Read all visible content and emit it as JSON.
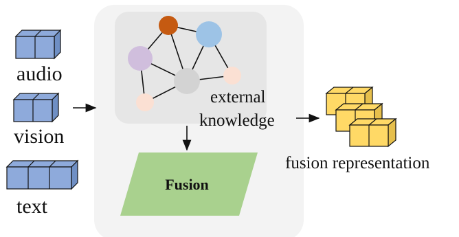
{
  "inputs": [
    {
      "label": "audio"
    },
    {
      "label": "vision"
    },
    {
      "label": "text"
    }
  ],
  "graph": {
    "label_line1": "external",
    "label_line2": "knowledge",
    "node_colors": [
      "#c55a11",
      "#9dc3e6",
      "#d0bedd",
      "#d3d3d3",
      "#fbe0d3",
      "#fbe0d3"
    ]
  },
  "fusion": {
    "label": "Fusion",
    "color": "#a9d18e"
  },
  "output": {
    "label": "fusion representation",
    "color": "#ffd966"
  },
  "colors": {
    "input_cube": "#8eaadb",
    "panel": "#f3f3f3",
    "graph_box": "#e6e6e6"
  }
}
